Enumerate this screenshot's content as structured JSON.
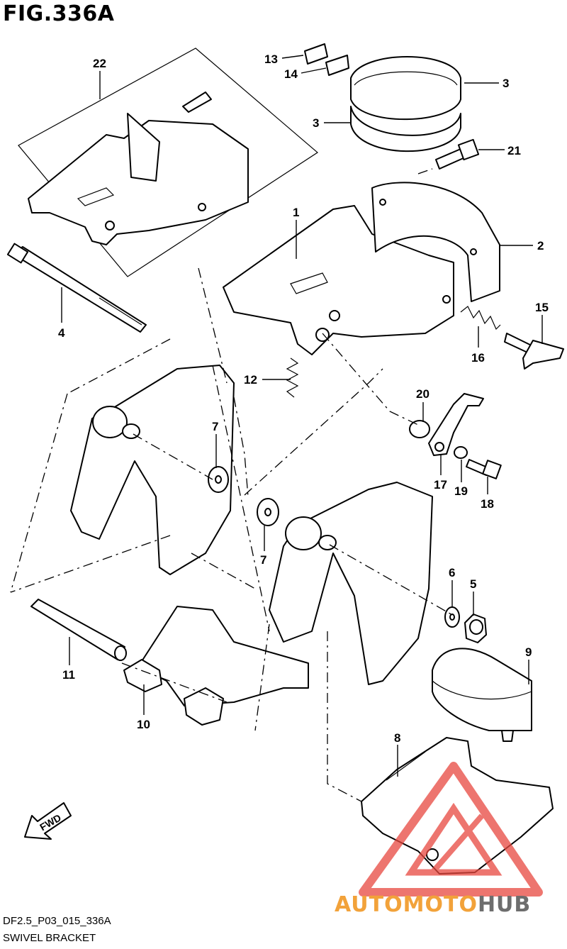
{
  "figure": {
    "title": "FIG.336A",
    "code": "DF2.5_P03_015_336A",
    "name": "SWIVEL BRACKET"
  },
  "callouts": [
    "22",
    "13",
    "14",
    "3",
    "3",
    "21",
    "1",
    "2",
    "4",
    "15",
    "16",
    "12",
    "20",
    "7",
    "7",
    "17",
    "19",
    "18",
    "6",
    "5",
    "9",
    "11",
    "10",
    "8"
  ],
  "watermark": {
    "text_a": "AUTOMOTO",
    "text_b": "HUB",
    "color_a": "#f2a23a",
    "color_b": "#6d6d6d",
    "logo_color": "#e8483f"
  },
  "fwd_label": "FWD"
}
